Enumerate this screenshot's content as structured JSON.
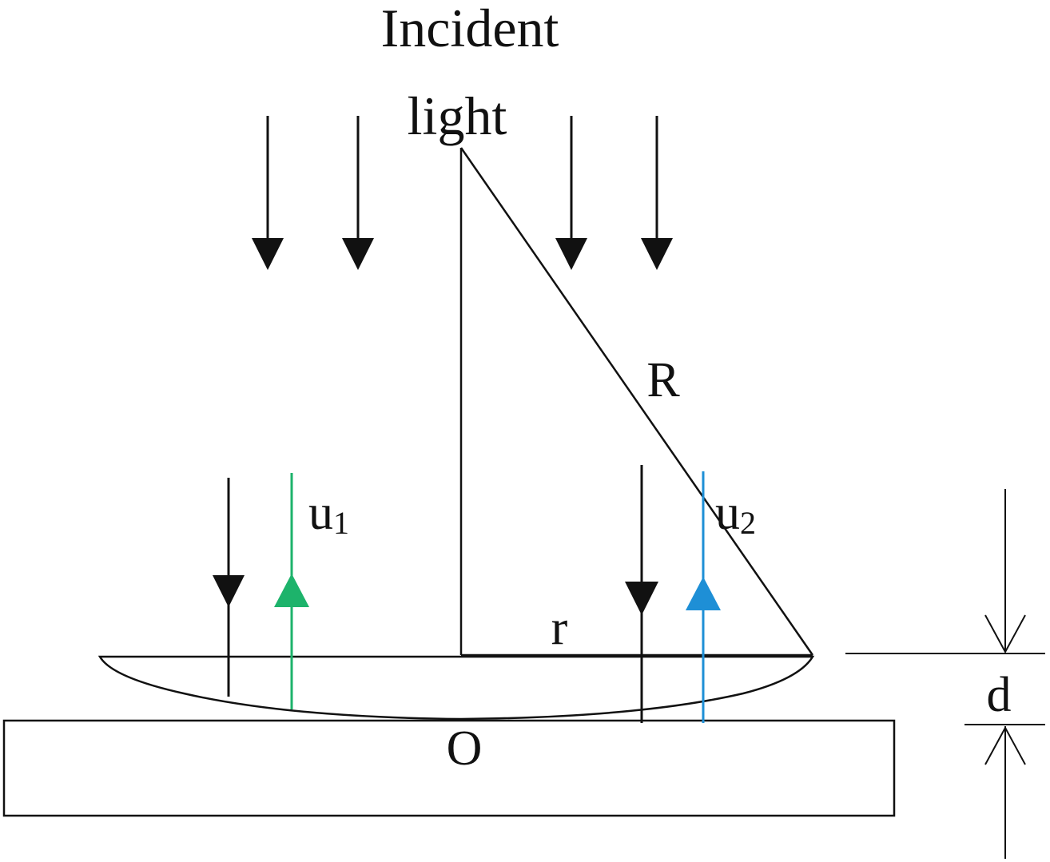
{
  "labels": {
    "incident_line1": "Incident",
    "incident_line2": "light",
    "radius": "R",
    "small_radius": "r",
    "u1_base": "u",
    "u1_sub": "1",
    "u2_base": "u",
    "u2_sub": "2",
    "thickness": "d",
    "origin": "O"
  },
  "colors": {
    "line": "#111111",
    "ray_green": "#1db36b",
    "ray_blue": "#1e8fd6"
  },
  "icons": {
    "down_arrow": "arrow-down-icon",
    "up_arrow": "arrow-up-icon"
  }
}
